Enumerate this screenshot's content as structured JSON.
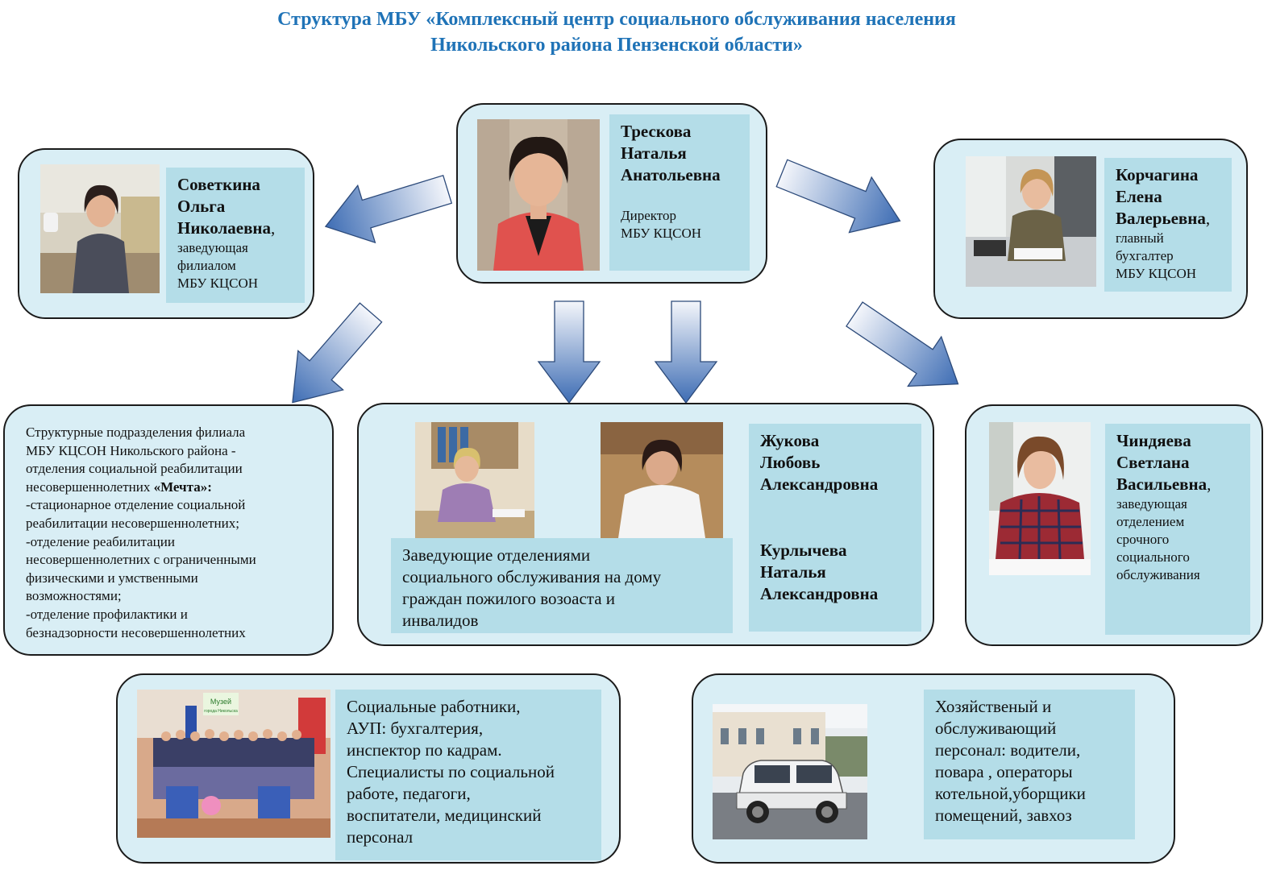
{
  "title": {
    "line1": "Структура МБУ «Комплексный центр социального обслуживания населения",
    "line2": "Никольского района Пензенской области»"
  },
  "director": {
    "name1": "Трескова",
    "name2": "Наталья",
    "name3": "Анатольевна",
    "role1": "Директор",
    "role2": "МБУ КЦСОН"
  },
  "branch_head": {
    "name1": "Советкина",
    "name2": "Ольга",
    "name3": "Николаевна",
    "comma": ",",
    "role1": "заведующая",
    "role2": "филиалом",
    "role3": "МБУ КЦСОН"
  },
  "accountant": {
    "name1": "Корчагина",
    "name2": "Елена",
    "name3": "Валерьевна",
    "comma": ",",
    "role1": "главный",
    "role2": "бухгалтер",
    "role3": "МБУ КЦСОН"
  },
  "subdivisions": {
    "l1": "Структурные подразделения филиала",
    "l2": "МБУ КЦСОН Никольского района -",
    "l3": "отделения социальной реабилитации",
    "l4a": "несовершеннолетних ",
    "l4b": "«Мечта»:",
    "l5": "-стационарное отделение социальной",
    "l6": "реабилитации несовершеннолетних;",
    "l7": "-отделение реабилитации",
    "l8": "несовершеннолетних с ограниченными",
    "l9": "физическими и умственными",
    "l10": "возможностями;",
    "l11": "-отделение профилактики и",
    "l12": "безнадзорности несовершеннолетних"
  },
  "home_service": {
    "t1": "Заведующие отделениями",
    "t2": "социального обслуживания на дому",
    "t3": "граждан пожилого возоаста и",
    "t4": "инвалидов",
    "p1_name1": "Жукова",
    "p1_name2": "Любовь",
    "p1_name3": "Александровна",
    "p2_name1": "Курлычева",
    "p2_name2": "Наталья",
    "p2_name3": "Александровна"
  },
  "urgent": {
    "name1": "Чиндяева",
    "name2": "Светлана",
    "name3": "Васильевна",
    "comma": ",",
    "role1": "заведующая",
    "role2": "отделением",
    "role3": "срочного",
    "role4": "социального",
    "role5": "обслуживания"
  },
  "social_workers": {
    "l1": "Социальные работники,",
    "l2": "АУП: бухгалтерия,",
    "l3": "инспектор по кадрам.",
    "l4": "Специалисты по социальной",
    "l5": "работе, педагоги,",
    "l6": "воспитатели, медицинский",
    "l7": "персонал",
    "sign1": "Музей",
    "sign2": "города Никольска"
  },
  "household": {
    "l1": "Хозяйственый и",
    "l2": "обслуживающий",
    "l3": "персонал: водители,",
    "l4": "повара , операторы",
    "l5": "котельной,уборщики",
    "l6": "помещений, завхоз"
  },
  "colors": {
    "title": "#1f73b7",
    "box_bg": "#d9eef5",
    "label_bg": "#b4dde8",
    "arrow_dark": "#3e6db4",
    "arrow_light": "#eef2fa"
  }
}
